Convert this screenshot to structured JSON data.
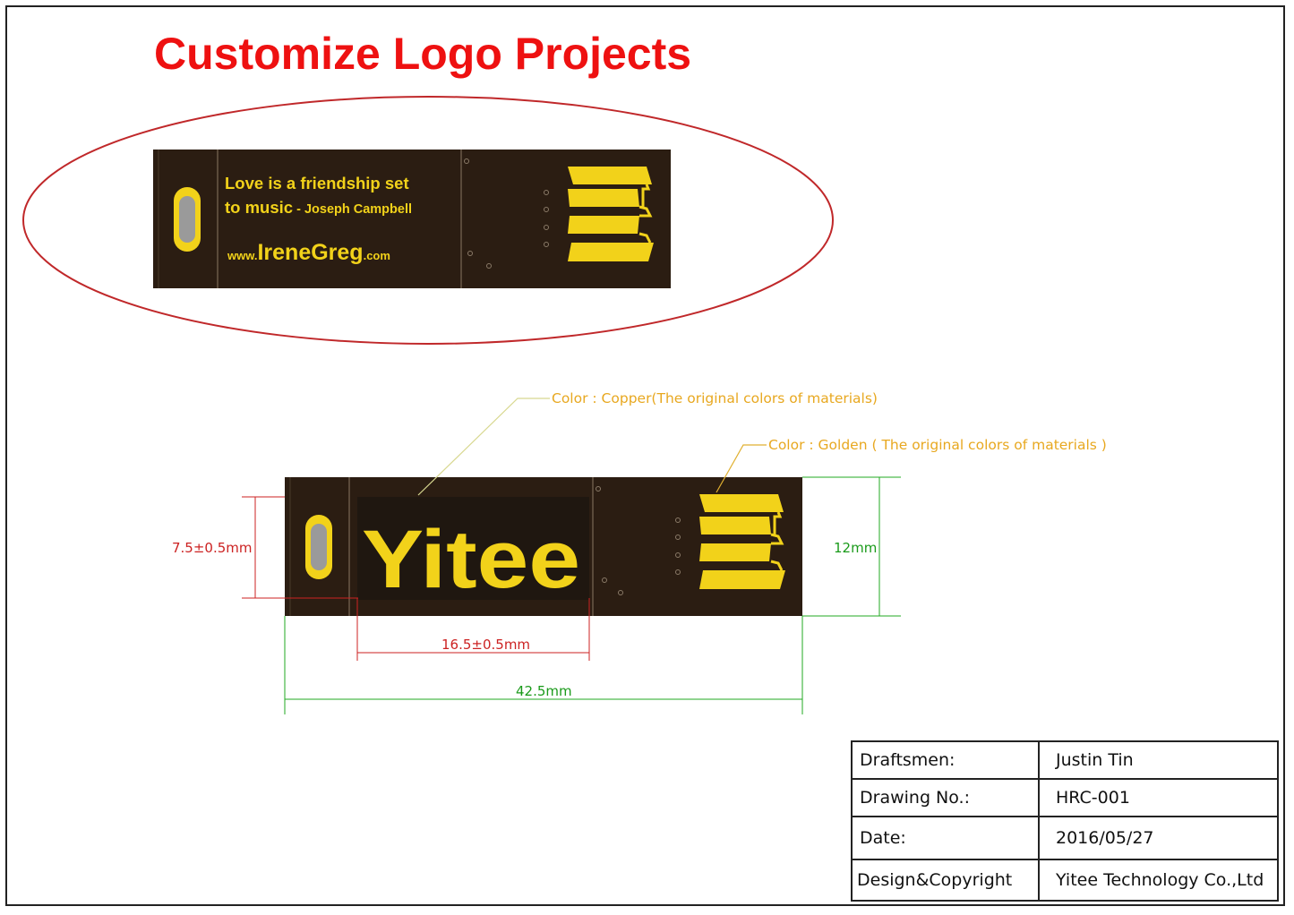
{
  "title": "Customize Logo Projects",
  "logo_sample": {
    "quote_line1": "Love is a friendship set",
    "quote_line2_main": "to music",
    "quote_line2_author": " - Joseph Campbell",
    "url_prefix": "www.",
    "url_name": "IreneGreg",
    "url_suffix": ".com"
  },
  "technical_drawing": {
    "logo_text": "Yitee",
    "callout_copper": "Color : Copper(The original colors of materials)",
    "callout_golden": "Color : Golden ( The original colors of materials )",
    "dim_logo_height": "7.5±0.5mm",
    "dim_logo_width": "16.5±0.5mm",
    "dim_total_length": "42.5mm",
    "dim_total_height": "12mm"
  },
  "title_block": {
    "rows": [
      {
        "label": "Draftsmen:",
        "value": "Justin Tin"
      },
      {
        "label": "Drawing No.:",
        "value": "HRC-001"
      },
      {
        "label": "Date:",
        "value": "2016/05/27"
      },
      {
        "label": "Design&Copyright",
        "value": "Yitee Technology Co.,Ltd"
      }
    ]
  },
  "colors": {
    "title_red": "#ee1111",
    "stick_body": "#2b1d12",
    "gold": "#f2d21a",
    "copper_callout": "#e8a820",
    "dimension_red": "#cc2222",
    "dimension_green": "#1a9a1a"
  }
}
